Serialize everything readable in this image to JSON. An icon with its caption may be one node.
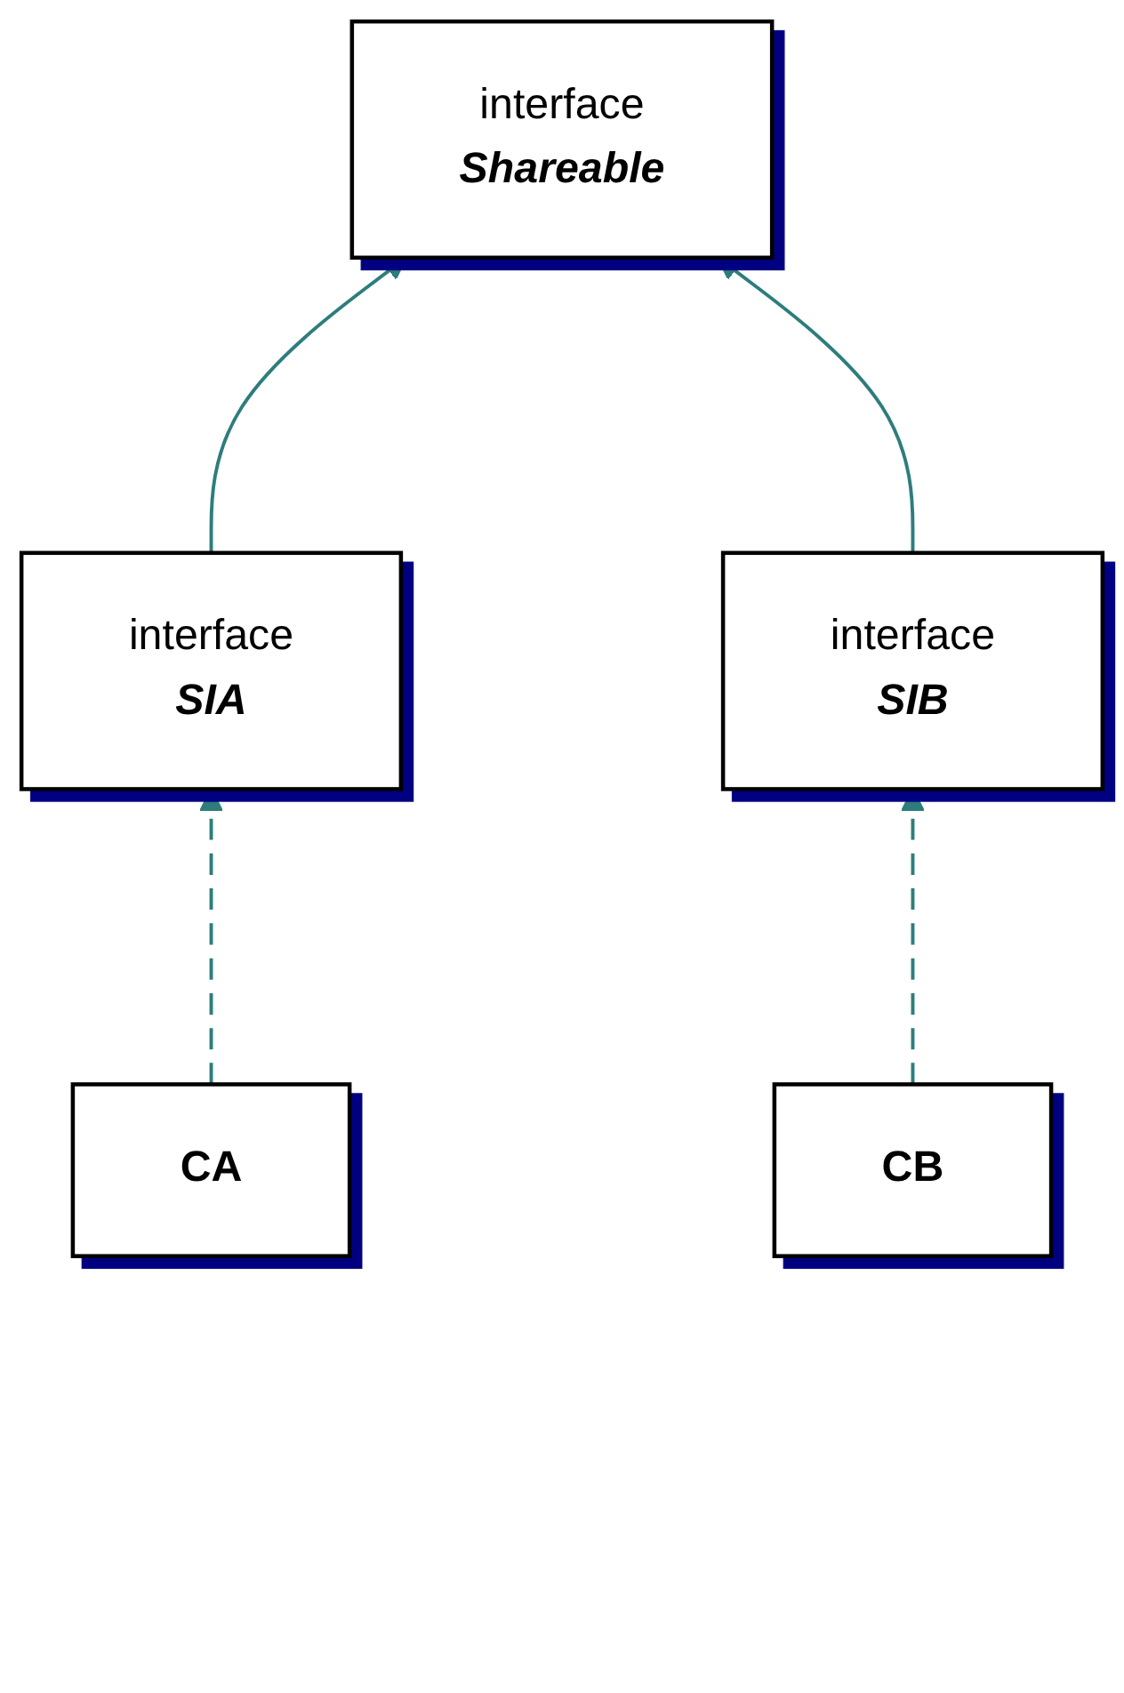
{
  "diagram": {
    "nodes": [
      {
        "text": [
          "interface",
          "Shareable"
        ]
      },
      {
        "text": [
          "interface",
          "SIA"
        ]
      },
      {
        "text": [
          "interface",
          "SIB"
        ]
      },
      {
        "text": [
          "CA"
        ]
      },
      {
        "text": [
          "CB"
        ]
      }
    ],
    "edges": [
      {
        "from": 1,
        "to": 0,
        "arrow": "to"
      },
      {
        "from": 2,
        "to": 0,
        "arrow": "to"
      },
      {
        "from": 3,
        "to": 1,
        "arrow": "to",
        "style": "dashed"
      },
      {
        "from": 4,
        "to": 2,
        "arrow": "to",
        "style": "dashed"
      }
    ]
  }
}
